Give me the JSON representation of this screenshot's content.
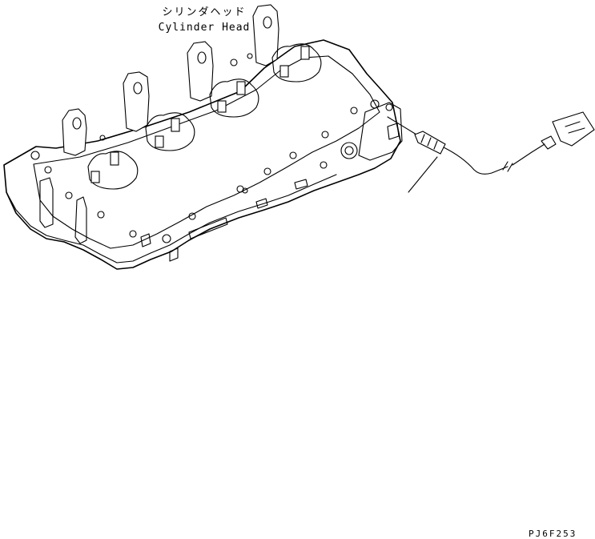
{
  "labels": {
    "cylinder_head_jp": "シリンダヘッド",
    "cylinder_head_en": "Cylinder Head"
  },
  "drawing_code": "PJ6F253"
}
